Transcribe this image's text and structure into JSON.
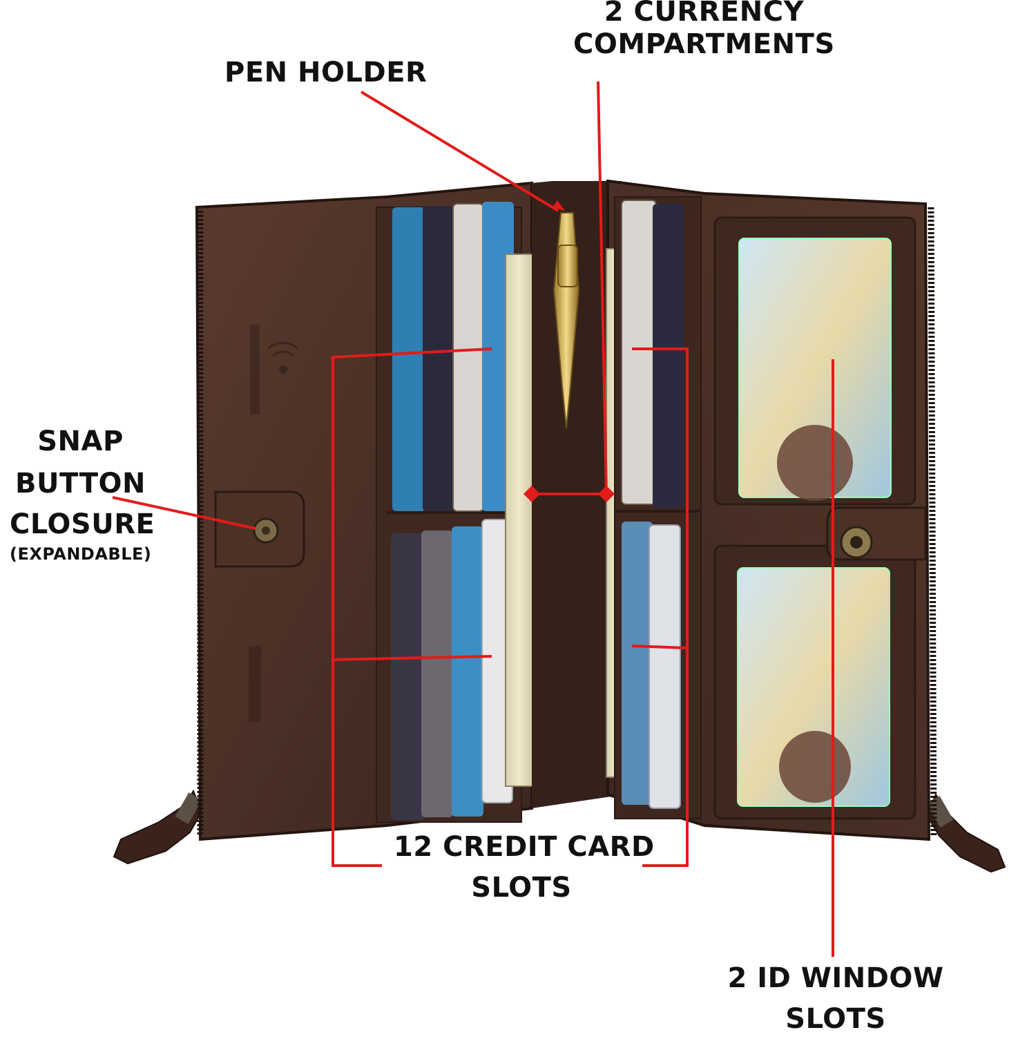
{
  "callouts": {
    "pen_holder": "PEN HOLDER",
    "currency_line1": "2 CURRENCY",
    "currency_line2": "COMPARTMENTS",
    "snap_line1": "SNAP",
    "snap_line2": "BUTTON",
    "snap_line3": "CLOSURE",
    "snap_line4": "(EXPANDABLE)",
    "card_slots_line1": "12 CREDIT CARD",
    "card_slots_line2": "SLOTS",
    "id_line1": "2 ID WINDOW",
    "id_line2": "SLOTS"
  },
  "colors": {
    "leather": "#4a3026",
    "leather_dark": "#2e1d17",
    "pocket": "#3d271f",
    "callout_line": "#e31b1b",
    "text": "#111111"
  }
}
